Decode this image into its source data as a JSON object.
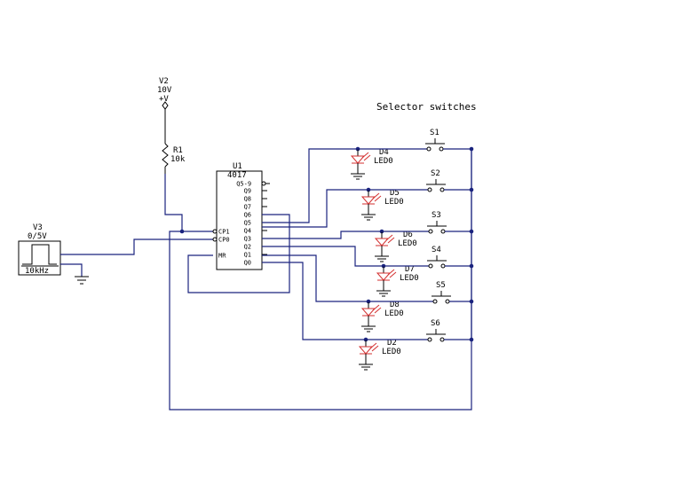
{
  "title": "Selector switches",
  "v2": {
    "name": "V2",
    "value": "10V",
    "term": "+V"
  },
  "r1": {
    "name": "R1",
    "value": "10k"
  },
  "v3": {
    "name": "V3",
    "value": "0/5V",
    "freq": "10kHz"
  },
  "u1": {
    "name": "U1",
    "part": "4017",
    "right_pins": [
      "Q5-9",
      "Q9",
      "Q8",
      "Q7",
      "Q6",
      "Q5",
      "Q4",
      "Q3",
      "Q2",
      "Q1",
      "Q0"
    ],
    "left_pins": [
      "CP1",
      "CP0",
      "MR"
    ]
  },
  "leds": [
    {
      "name": "D4",
      "type": "LED0"
    },
    {
      "name": "D5",
      "type": "LED0"
    },
    {
      "name": "D6",
      "type": "LED0"
    },
    {
      "name": "D7",
      "type": "LED0"
    },
    {
      "name": "D8",
      "type": "LED0"
    },
    {
      "name": "D2",
      "type": "LED0"
    }
  ],
  "switches": [
    "S1",
    "S2",
    "S3",
    "S4",
    "S5",
    "S6"
  ]
}
